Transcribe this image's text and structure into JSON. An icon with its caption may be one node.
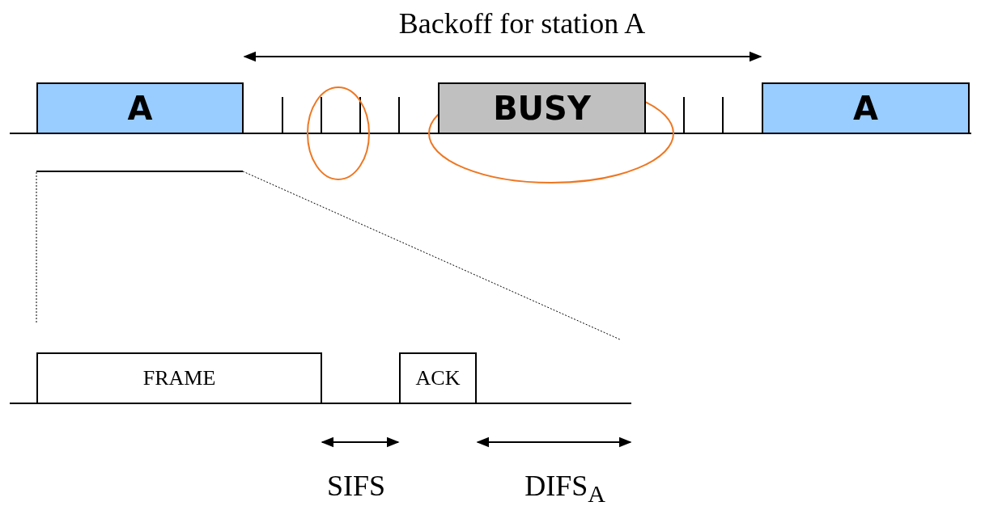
{
  "diagram": {
    "nodes": [
      {
        "text": [
          "A"
        ]
      },
      {
        "text": [
          "BUSY"
        ]
      },
      {
        "text": [
          "A"
        ]
      },
      {
        "text": [
          "FRAME"
        ]
      },
      {
        "text": [
          "ACK"
        ]
      }
    ],
    "labels": [
      "Backoff for station A",
      "SIFS",
      "DIFS$_{A}$"
    ]
  }
}
